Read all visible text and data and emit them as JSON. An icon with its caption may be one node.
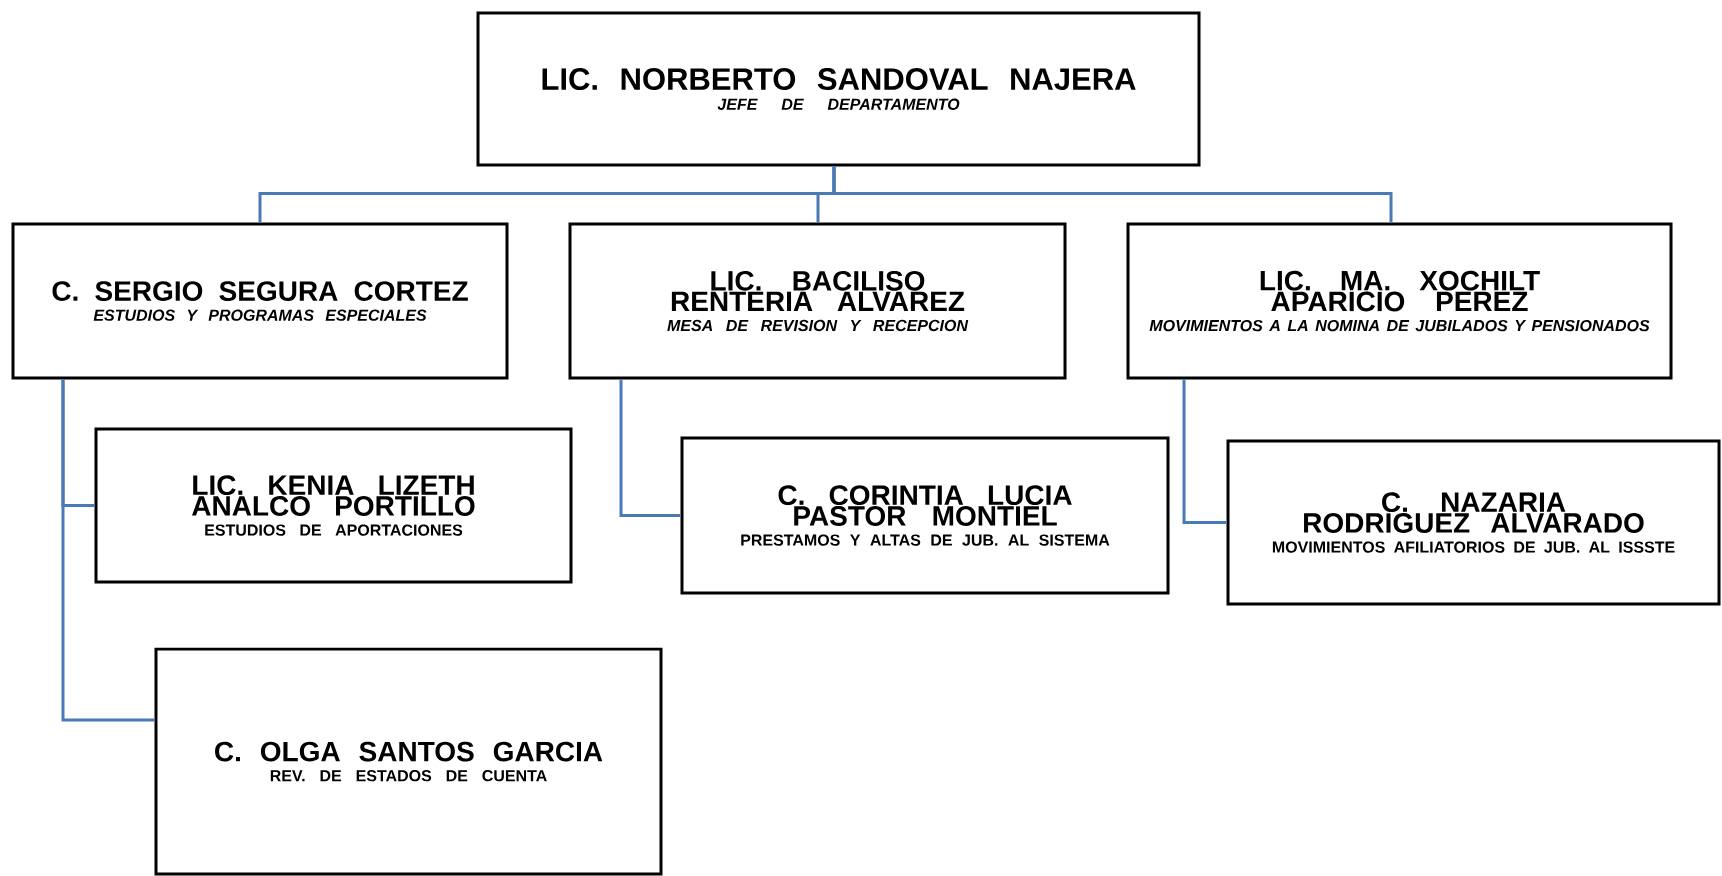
{
  "diagram": {
    "nodes": [
      {
        "text": [
          "LIC. NORBERTO SANDOVAL NAJERA",
          "JEFE DE DEPARTAMENTO"
        ]
      },
      {
        "text": [
          "C. SERGIO SEGURA CORTEZ",
          "ESTUDIOS Y PROGRAMAS ESPECIALES"
        ]
      },
      {
        "text": [
          "LIC. BACILISO RENTERIA ALVAREZ",
          "MESA DE  REVISION Y RECEPCION"
        ]
      },
      {
        "text": [
          "LIC. MA. XOCHILT APARICIO PEREZ",
          "MOVIMIENTOS A LA NOMINA DE JUBILADOS Y PENSIONADOS"
        ]
      },
      {
        "text": [
          "LIC. KENIA LIZETH ANALCO PORTILLO",
          "ESTUDIOS DE APORTACIONES"
        ]
      },
      {
        "text": [
          "C. CORINTIA LUCIA PASTOR MONTIEL",
          "PRESTAMOS Y ALTAS DE JUB.  AL SISTEMA"
        ]
      },
      {
        "text": [
          "C. NAZARIA RODRIGUEZ ALVARADO",
          "MOVIMIENTOS AFILIATORIOS DE JUB. AL ISSSTE"
        ]
      },
      {
        "text": [
          "C. OLGA SANTOS GARCIA",
          "REV. DE ESTADOS DE CUENTA"
        ]
      }
    ],
    "edges": [
      {
        "from": 0,
        "to": 1,
        "arrow": "none"
      },
      {
        "from": 0,
        "to": 2,
        "arrow": "none"
      },
      {
        "from": 0,
        "to": 3,
        "arrow": "none"
      },
      {
        "from": 1,
        "to": 4,
        "arrow": "none"
      },
      {
        "from": 1,
        "to": 7,
        "arrow": "none"
      },
      {
        "from": 2,
        "to": 5,
        "arrow": "none"
      },
      {
        "from": 3,
        "to": 6,
        "arrow": "none"
      }
    ]
  }
}
